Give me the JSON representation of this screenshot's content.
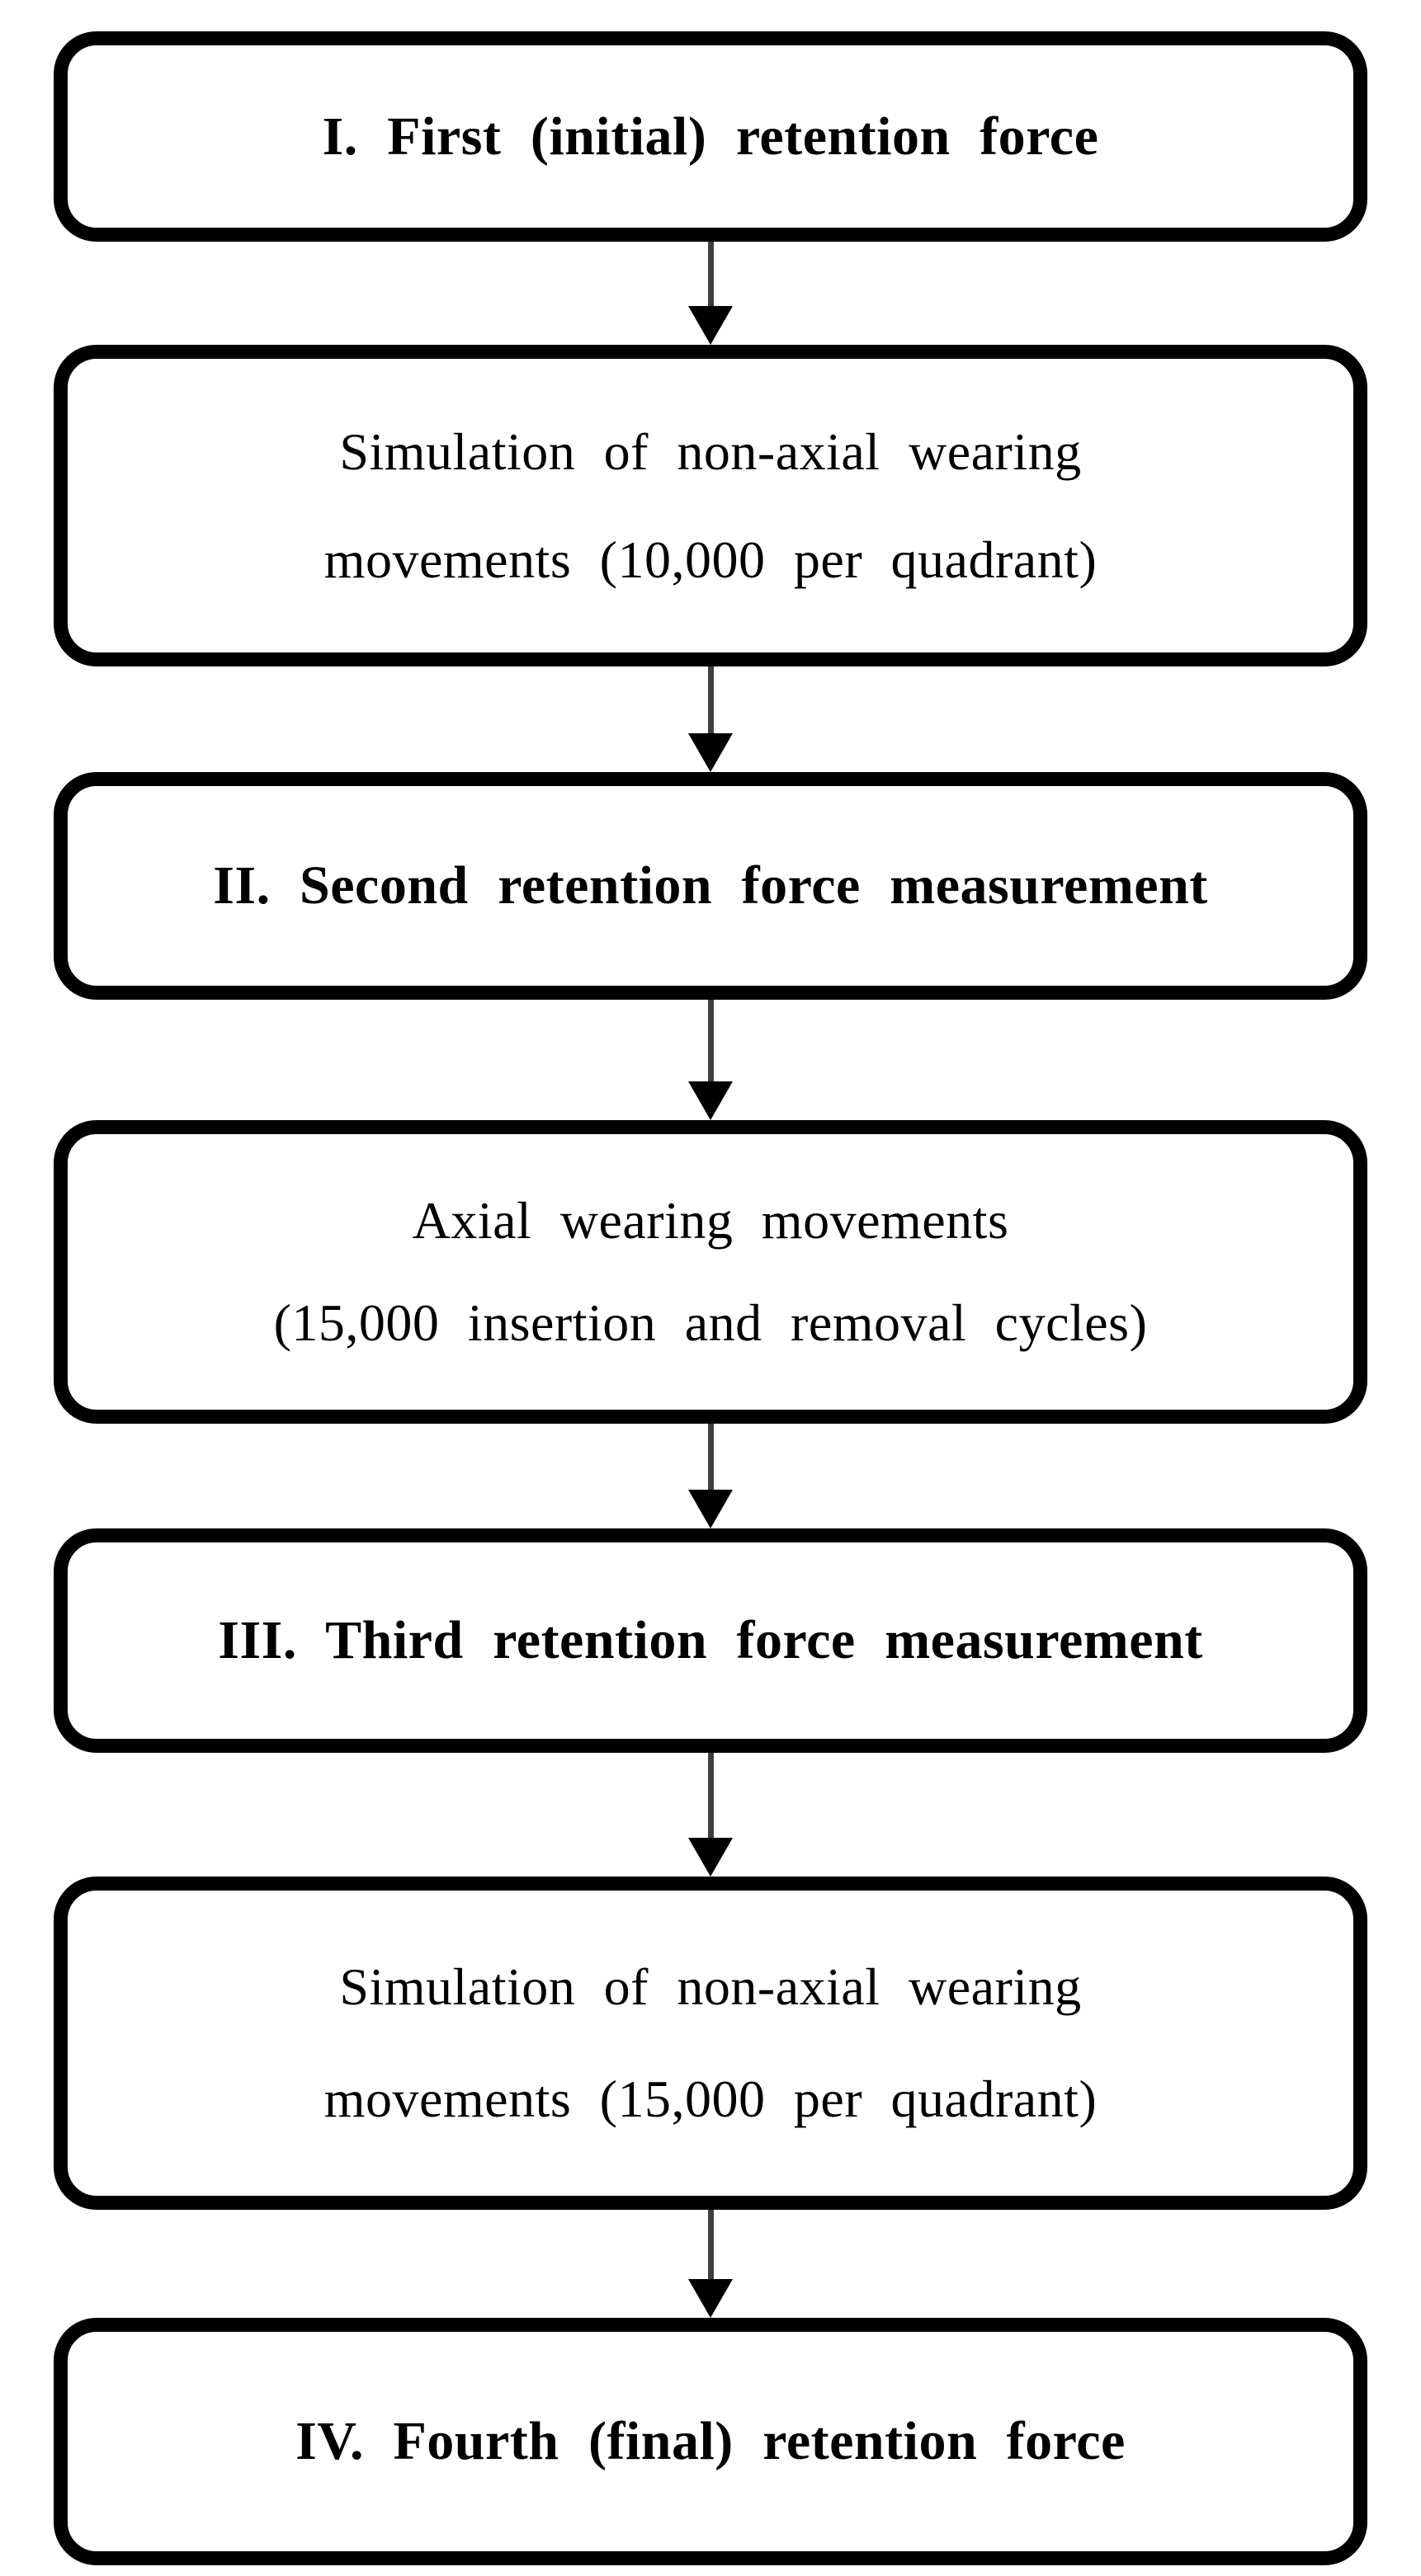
{
  "flowchart": {
    "steps": [
      {
        "id": "step-1",
        "order": "I",
        "emphasis": "bold",
        "lines": [
          "I. First (initial) retention force"
        ]
      },
      {
        "id": "step-2",
        "order": "",
        "emphasis": "regular",
        "lines": [
          "Simulation of non-axial wearing",
          "movements (10,000 per quadrant)"
        ]
      },
      {
        "id": "step-3",
        "order": "II",
        "emphasis": "bold",
        "lines": [
          "II. Second retention force measurement"
        ]
      },
      {
        "id": "step-4",
        "order": "",
        "emphasis": "regular",
        "lines": [
          "Axial wearing movements",
          "(15,000 insertion and removal cycles)"
        ]
      },
      {
        "id": "step-5",
        "order": "III",
        "emphasis": "bold",
        "lines": [
          "III. Third retention force measurement"
        ]
      },
      {
        "id": "step-6",
        "order": "",
        "emphasis": "regular",
        "lines": [
          "Simulation of non-axial wearing",
          "movements (15,000 per quadrant)"
        ]
      },
      {
        "id": "step-7",
        "order": "IV",
        "emphasis": "bold",
        "lines": [
          "IV. Fourth (final) retention force"
        ]
      }
    ],
    "connector_icon": "down-arrow",
    "colors": {
      "box_border": "#000000",
      "box_background": "#ffffff",
      "text": "#000000",
      "arrow_shaft": "#3f3f3f",
      "arrow_head": "#000000"
    }
  }
}
